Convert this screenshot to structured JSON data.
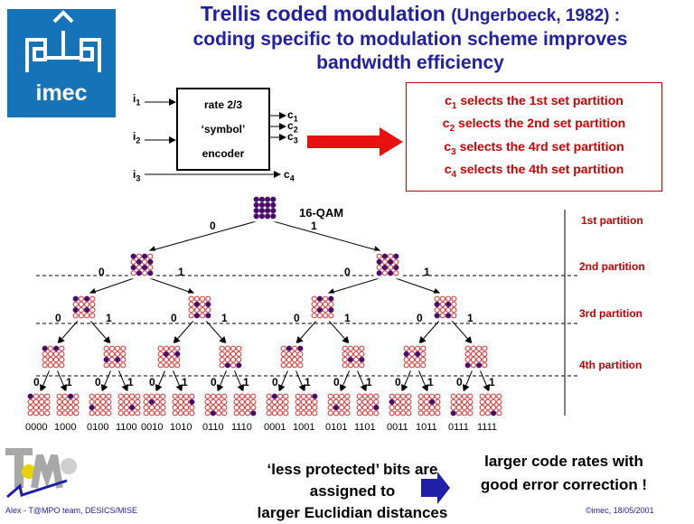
{
  "title": {
    "main": "Trellis coded modulation",
    "citation": "(Ungerboeck, 1982) :",
    "line2": "coding specific to modulation scheme improves",
    "line3": "bandwidth efficiency"
  },
  "logo": {
    "text": "imec"
  },
  "encoder": {
    "line1": "rate 2/3",
    "line2": "‘symbol’",
    "line3": "encoder",
    "inputs": [
      {
        "base": "i",
        "sub": "1"
      },
      {
        "base": "i",
        "sub": "2"
      },
      {
        "base": "i",
        "sub": "3"
      }
    ],
    "outputs": [
      {
        "base": "c",
        "sub": "1"
      },
      {
        "base": "c",
        "sub": "2"
      },
      {
        "base": "c",
        "sub": "3"
      },
      {
        "base": "c",
        "sub": "4"
      }
    ]
  },
  "selections": [
    {
      "base": "c",
      "sub": "1",
      "rest": " selects the 1st set partition"
    },
    {
      "base": "c",
      "sub": "2",
      "rest": " selects the 2nd set partition"
    },
    {
      "base": "c",
      "sub": "3",
      "rest": " selects the 4rd set partition"
    },
    {
      "base": "c",
      "sub": "4",
      "rest": " selects the 4th set partition"
    }
  ],
  "tree": {
    "root_label": "16-QAM",
    "branch_zero": "0",
    "branch_one": "1",
    "partition_labels": [
      "1st partition",
      "2nd partition",
      "3rd partition",
      "4th partition"
    ],
    "leaf_codes": [
      "0000",
      "1000",
      "0100",
      "1100",
      "0010",
      "1010",
      "0110",
      "1110",
      "0001",
      "1001",
      "0101",
      "1101",
      "0011",
      "1011",
      "0111",
      "1111"
    ]
  },
  "bottom": {
    "text_line1": "‘less protected’ bits are assigned to",
    "text_line2": "larger Euclidian distances",
    "right_line1": "larger code rates with",
    "right_line2": "good error correction !"
  },
  "footer": {
    "left": "Alex - T@MPO team, DESICS/MISE",
    "right": "©imec, 18/05/2001"
  },
  "colors": {
    "title": "#1f1fa8",
    "accent_red": "#d10000",
    "point_filled": "#4b0d6b",
    "point_empty": "#e03030",
    "arrow_blue": "#1f1fa8"
  }
}
